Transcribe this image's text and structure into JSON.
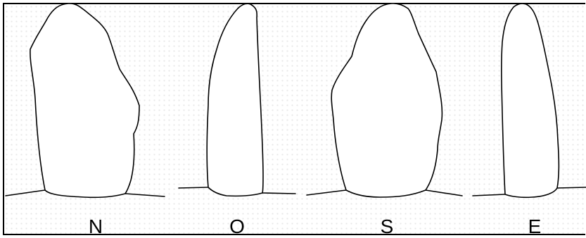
{
  "views": [
    {
      "label": "N"
    },
    {
      "label": "O"
    },
    {
      "label": "S"
    },
    {
      "label": "E"
    }
  ]
}
